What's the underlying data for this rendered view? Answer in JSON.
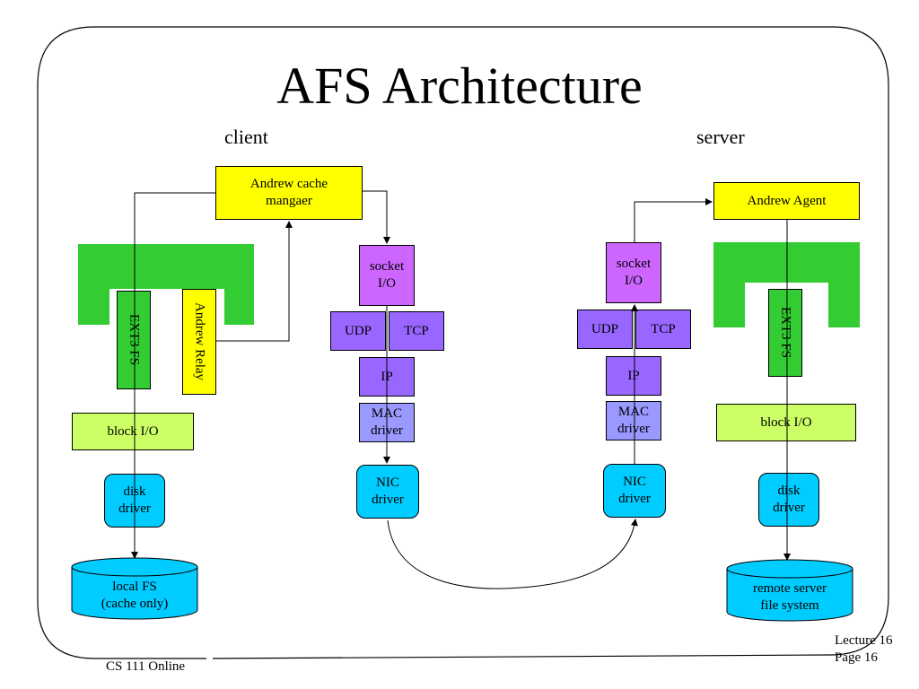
{
  "title": "AFS Architecture",
  "client_label": "client",
  "server_label": "server",
  "client": {
    "cache_manager": "Andrew cache\nmangaer",
    "ext3": "EXT3 FS",
    "relay": "Andrew Relay",
    "block_io": "block I/O",
    "disk_driver": "disk\ndriver",
    "local_fs": "local FS\n(cache only)"
  },
  "client_net": {
    "socket": "socket\nI/O",
    "udp": "UDP",
    "tcp": "TCP",
    "ip": "IP",
    "mac": "MAC\ndriver",
    "nic": "NIC\ndriver"
  },
  "server_net": {
    "socket": "socket\nI/O",
    "udp": "UDP",
    "tcp": "TCP",
    "ip": "IP",
    "mac": "MAC\ndriver",
    "nic": "NIC\ndriver"
  },
  "server": {
    "agent": "Andrew Agent",
    "ext3": "EXT3 FS",
    "block_io": "block I/O",
    "disk_driver": "disk\ndriver",
    "remote_fs": "remote server\nfile system"
  },
  "footer": {
    "course": "CS 111 Online",
    "lecture": "Lecture 16",
    "page": "Page 16"
  },
  "colors": {
    "yellow": "#ffff00",
    "lime": "#ccff66",
    "magenta": "#cc66ff",
    "purple": "#9966ff",
    "lavender": "#9999ff",
    "green": "#33cc33",
    "blue": "#00ccff"
  }
}
